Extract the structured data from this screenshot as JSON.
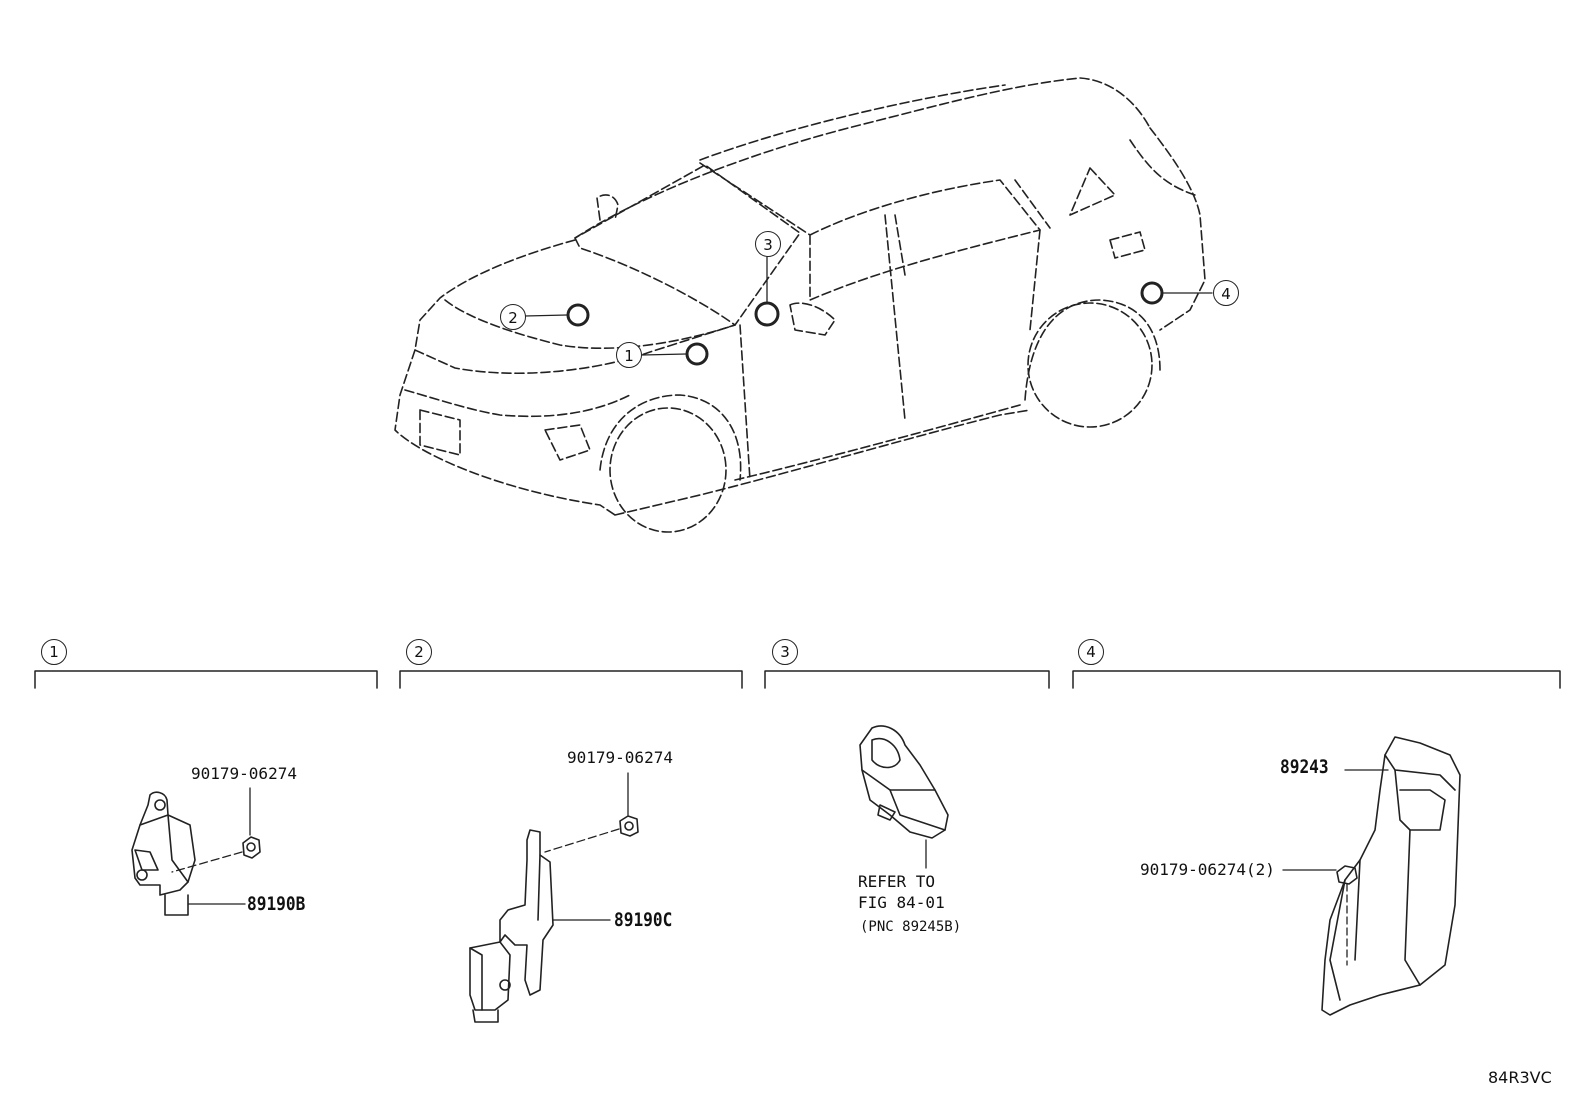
{
  "callouts": {
    "c1": "1",
    "c2": "2",
    "c3": "3",
    "c4": "4"
  },
  "sections": [
    {
      "marker": "1"
    },
    {
      "marker": "2"
    },
    {
      "marker": "3"
    },
    {
      "marker": "4"
    }
  ],
  "parts": {
    "s1_fastener": "90179-06274",
    "s1_sensor": "89190B",
    "s2_fastener": "90179-06274",
    "s2_sensor": "89190C",
    "s3_refer_line1": "REFER TO",
    "s3_refer_line2": "FIG 84-01",
    "s3_refer_line3": "(PNC 89245B)",
    "s4_cover": "89243",
    "s4_fastener": "90179-06274(2)"
  },
  "figure_code": "84R3VC"
}
